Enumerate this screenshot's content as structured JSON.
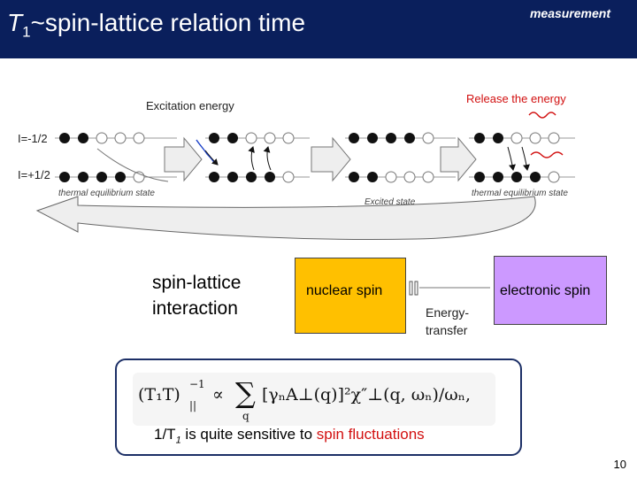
{
  "header": {
    "title_prefix": "T",
    "title_sub": "1",
    "title_rest": "~spin-lattice relation time",
    "corner_label": "measurement"
  },
  "diagram": {
    "excitation_label": "Excitation energy",
    "release_label": "Release the energy",
    "spin_down_label": "I=-1/2",
    "spin_up_label": "I=+1/2",
    "state_left": "thermal equilibrium state",
    "state_middle": "Excited state",
    "state_right": "thermal equilibrium state"
  },
  "interaction": {
    "label_line1": "spin-lattice",
    "label_line2": "interaction",
    "nuclear_spin": "nuclear spin",
    "electronic_spin": "electronic spin",
    "energy_line1": "Energy-",
    "energy_line2": "transfer"
  },
  "formula": {
    "lhs": "(T₁T)",
    "lhs_sup": "−1",
    "lhs_sub": "||",
    "prop": "∝",
    "sum": "∑",
    "sum_sub": "q",
    "body": "[γₙA⊥(q)]²χ″⊥(q, ωₙ)/ωₙ,",
    "sensitivity_prefix": "1/T",
    "sensitivity_sub": "1",
    "sensitivity_mid": " is quite sensitive to ",
    "sensitivity_highlight": "spin fluctuations"
  },
  "page_number": "10",
  "colors": {
    "header_bg": "#0a1f5c",
    "nuclear_box": "#ffc000",
    "electronic_box": "#cc99ff",
    "highlight": "#d21010",
    "formula_border": "#1c2f66"
  }
}
